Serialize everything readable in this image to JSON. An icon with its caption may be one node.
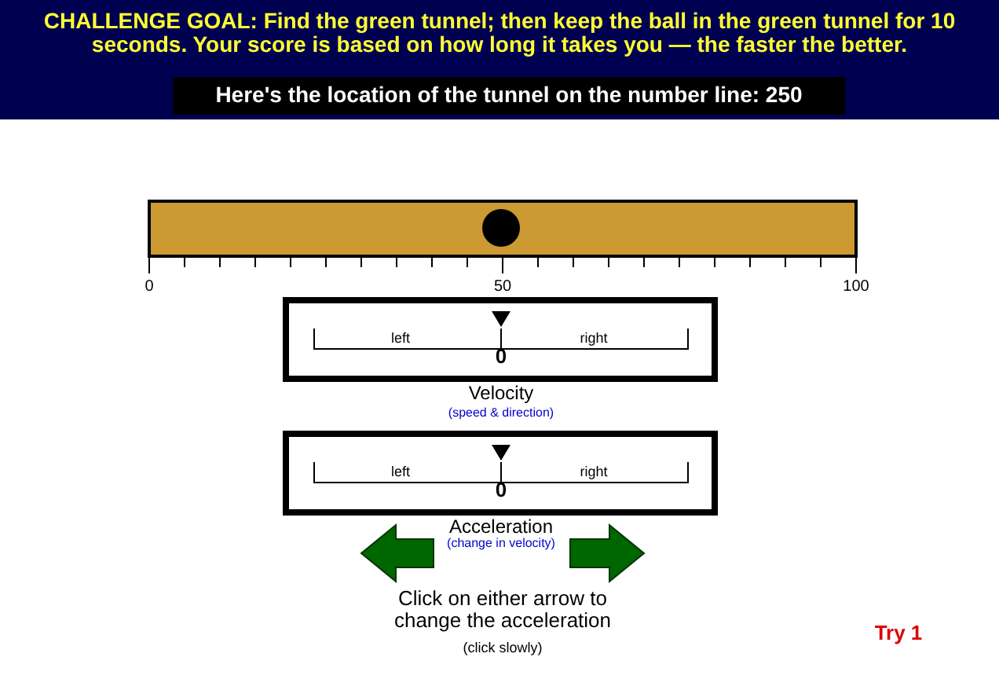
{
  "diagram": {
    "labels": [
      "CHALLENGE GOAL:  Find the green tunnel; then keep the ball in the green tunnel for 10 seconds.  Your score is based on how long it takes you — the faster the better.",
      "Here's the location of the tunnel on the number line: 250",
      "0",
      "50",
      "100",
      "left",
      "right",
      "0",
      "Velocity",
      "(speed & direction)",
      "left",
      "right",
      "0",
      "Acceleration",
      "(change in velocity)",
      "Click on either arrow to change the acceleration",
      "(click slowly)",
      "Try 1"
    ]
  }
}
